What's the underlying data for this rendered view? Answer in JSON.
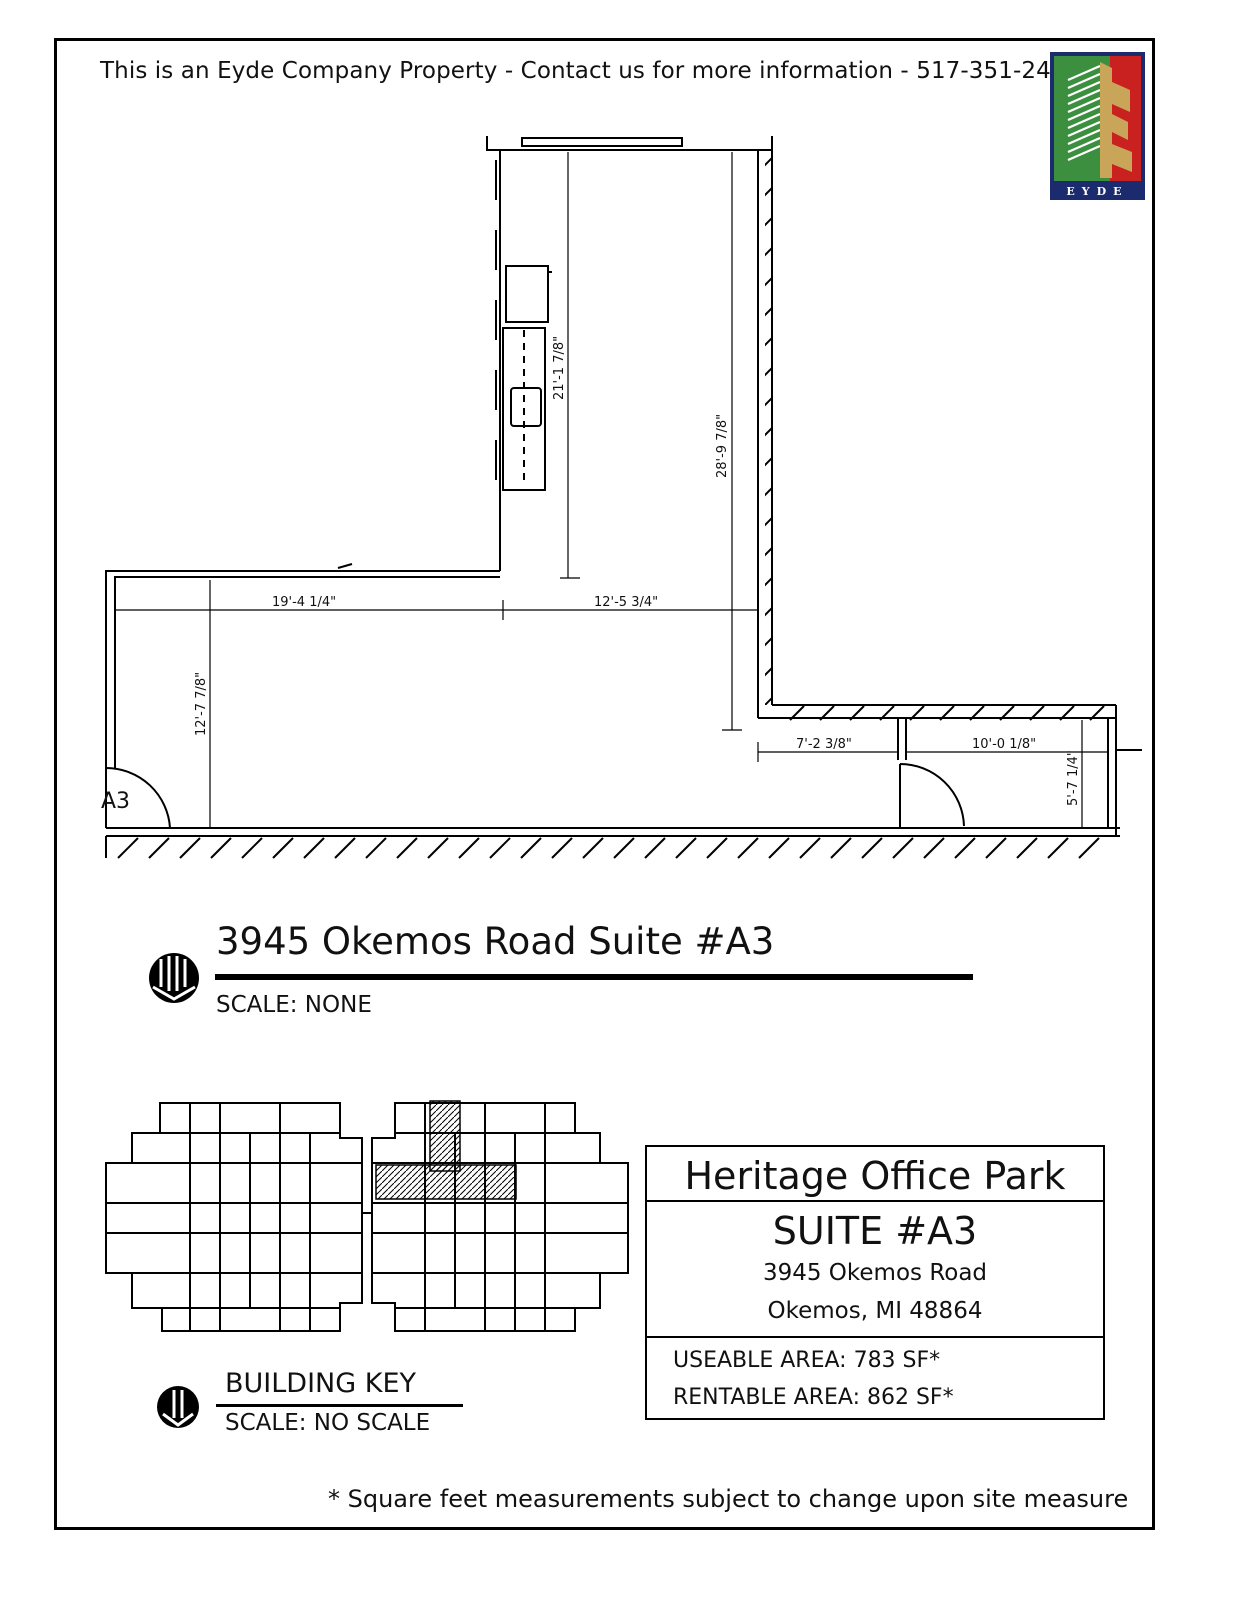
{
  "header": {
    "notice": "This is an Eyde Company Property - Contact us for more information - 517-351-2480"
  },
  "logo": {
    "text": "EYDE",
    "colors": {
      "green": "#3c8f3f",
      "red": "#c8211f",
      "navy": "#1c2a6e",
      "gold": "#c9a55a"
    }
  },
  "plan": {
    "suite_label": "A3",
    "dimensions": {
      "d1": "21'-1 7/8\"",
      "d2": "28'-9 7/8\"",
      "d3": "19'-4 1/4\"",
      "d4": "12'-5 3/4\"",
      "d5": "12'-7 7/8\"",
      "d6": "7'-2 3/8\"",
      "d7": "10'-0 1/8\"",
      "d8": "5'-7 1/4\""
    }
  },
  "title_block": {
    "title": "3945 Okemos Road Suite #A3",
    "scale": "SCALE: NONE"
  },
  "building_key": {
    "title": "BUILDING KEY",
    "scale": "SCALE: NO SCALE"
  },
  "info": {
    "park": "Heritage Office Park",
    "suite": "SUITE #A3",
    "address_line1": "3945 Okemos Road",
    "address_line2": "Okemos, MI 48864",
    "usable": "USEABLE AREA: 783 SF*",
    "rentable": "RENTABLE AREA: 862 SF*"
  },
  "footnote": "* Square feet measurements subject to change upon site measure"
}
